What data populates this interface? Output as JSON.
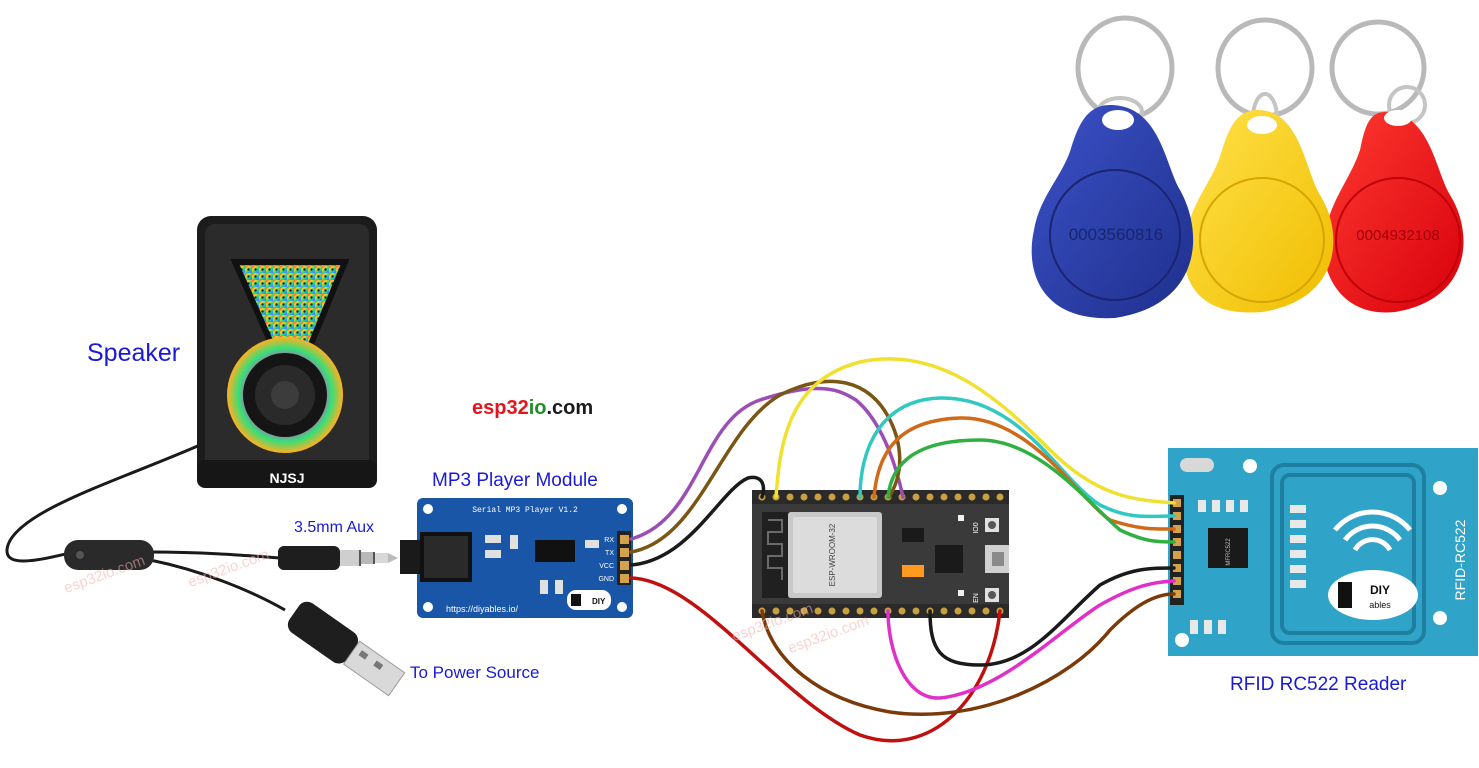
{
  "labels": {
    "speaker": "Speaker",
    "mp3_module": "MP3 Player Module",
    "aux": "3.5mm Aux",
    "power": "To Power Source",
    "rfid": "RFID RC522 Reader"
  },
  "brand": {
    "prefix": "esp32",
    "mid": "io",
    "suffix": ".com",
    "watermark": "esp32io.com"
  },
  "speaker": {
    "logo": "NJSJ"
  },
  "mp3": {
    "title": "Serial MP3 Player V1.2",
    "url": "https://diyables.io/",
    "pins": [
      "RX",
      "TX",
      "VCC",
      "GND"
    ],
    "badge": "DIY"
  },
  "esp32": {
    "module_text": "ESP-WROOM-32",
    "buttons": [
      "IO0",
      "EN"
    ]
  },
  "rfid": {
    "chip": "MFRC522",
    "side_label": "RFID-RC522",
    "badge": "DIY",
    "badge_sub": "ables"
  },
  "tags": [
    {
      "number": "0003560816",
      "color": "#2b3faf"
    },
    {
      "number": "0004932108",
      "color": "#e8121b"
    }
  ],
  "colors": {
    "label": "#1a1ad6",
    "brand_red": "#e8121b",
    "brand_green": "#1f8f2a",
    "brand_dark": "#1a1a1a",
    "board_blue": "#1a56a8",
    "rfid_blue": "#2fa3c8",
    "esp_board": "#3a3a3a",
    "tag_yellow": "#ffd21a"
  }
}
